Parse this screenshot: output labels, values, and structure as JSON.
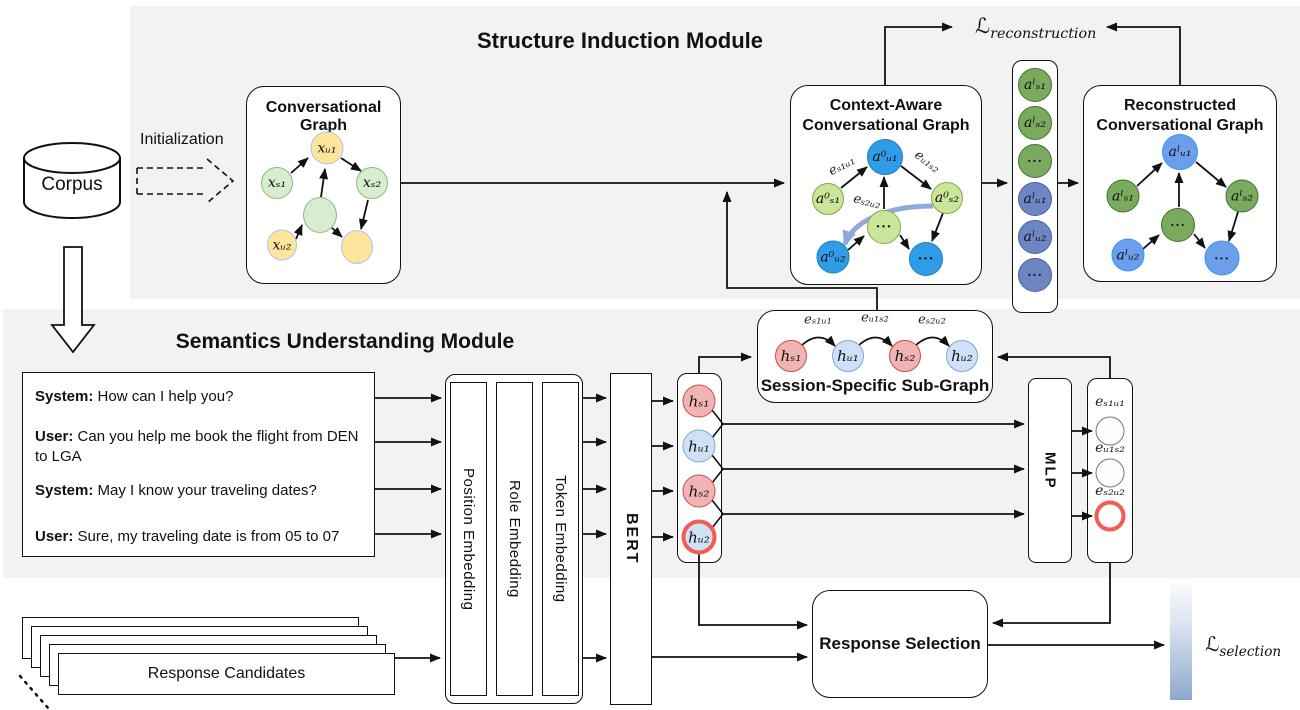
{
  "titles": {
    "structure_module": "Structure Induction Module",
    "semantics_module": "Semantics Understanding Module"
  },
  "corpus": {
    "label": "Corpus",
    "initialization": "Initialization"
  },
  "losses": {
    "reconstruction": {
      "symbol": "ℒ",
      "sub": "reconstruction"
    },
    "selection": {
      "symbol": "ℒ",
      "sub": "selection"
    }
  },
  "conversational_graph": {
    "title": "Conversational Graph",
    "nodes": [
      {
        "label": "xᵤ₁"
      },
      {
        "label": "xₛ₁"
      },
      {
        "label": "xₛ₂"
      },
      {
        "label": ""
      },
      {
        "label": "xᵤ₂"
      },
      {
        "label": ""
      }
    ]
  },
  "context_graph": {
    "title_line1": "Context-Aware",
    "title_line2": "Conversational Graph",
    "nodes": [
      {
        "label": "a⁰ᵤ₁"
      },
      {
        "label": "a⁰ₛ₁"
      },
      {
        "label": "a⁰ₛ₂"
      },
      {
        "label": "···"
      },
      {
        "label": "a⁰ᵤ₂"
      },
      {
        "label": "···"
      }
    ],
    "edge_labels": [
      "eₛ₁ᵤ₁",
      "eᵤ₁ₛ₂",
      "eₛ₂ᵤ₂"
    ]
  },
  "latent_column": {
    "nodes": [
      "aˡₛ₁",
      "aˡₛ₂",
      "···",
      "aˡᵤ₁",
      "aˡᵤ₂",
      "···"
    ]
  },
  "reconstructed_graph": {
    "title_line1": "Reconstructed",
    "title_line2": "Conversational Graph",
    "nodes": [
      {
        "label": "aˡᵤ₁"
      },
      {
        "label": "aˡₛ₁"
      },
      {
        "label": "aˡₛ₂"
      },
      {
        "label": "···"
      },
      {
        "label": "aˡᵤ₂"
      },
      {
        "label": "···"
      }
    ]
  },
  "dialog": {
    "turns": [
      {
        "speaker": "System:",
        "text": " How can I help you?"
      },
      {
        "speaker": "User:",
        "text": " Can you help me book the flight from DEN to LGA"
      },
      {
        "speaker": "System:",
        "text": " May I know your traveling dates?"
      },
      {
        "speaker": "User:",
        "text": " Sure, my traveling date is from 05 to 07"
      }
    ]
  },
  "embeddings": {
    "position": "Position Embedding",
    "role": "Role Embedding",
    "token": "Token Embedding"
  },
  "bert": {
    "label": "BERT"
  },
  "hidden_states": [
    "hₛ₁",
    "hᵤ₁",
    "hₛ₂",
    "hᵤ₂"
  ],
  "subgraph": {
    "title": "Session-Specific Sub-Graph",
    "nodes": [
      "hₛ₁",
      "hᵤ₁",
      "hₛ₂",
      "hᵤ₂"
    ],
    "edge_labels": [
      "eₛ₁ᵤ₁",
      "eᵤ₁ₛ₂",
      "eₛ₂ᵤ₂"
    ]
  },
  "mlp": {
    "label": "MLP"
  },
  "edge_outputs": {
    "labels": [
      "eₛ₁ᵤ₁",
      "eᵤ₁ₛ₂",
      "eₛ₂ᵤ₂"
    ]
  },
  "response_selection": {
    "label": "Response Selection"
  },
  "response_candidates": {
    "label": "Response Candidates"
  },
  "colors": {
    "module_bg": "#f2f2f2",
    "utterance_yellow": "#ffe49c",
    "utterance_lightgreen": "#d8ecd0",
    "context_green": "#cbe59b",
    "context_blue": "#2e9ce6",
    "latent_green": "#79aa5e",
    "latent_blue": "#6d86c3",
    "recon_blue": "#6d9eeb",
    "hidden_pink": "#f2b3b3",
    "hidden_blue": "#cfe2f5",
    "highlight_red": "#f25c54",
    "soft_blue_arrow": "#8ea9db",
    "selection_bar_blue": "#8da8cf"
  }
}
